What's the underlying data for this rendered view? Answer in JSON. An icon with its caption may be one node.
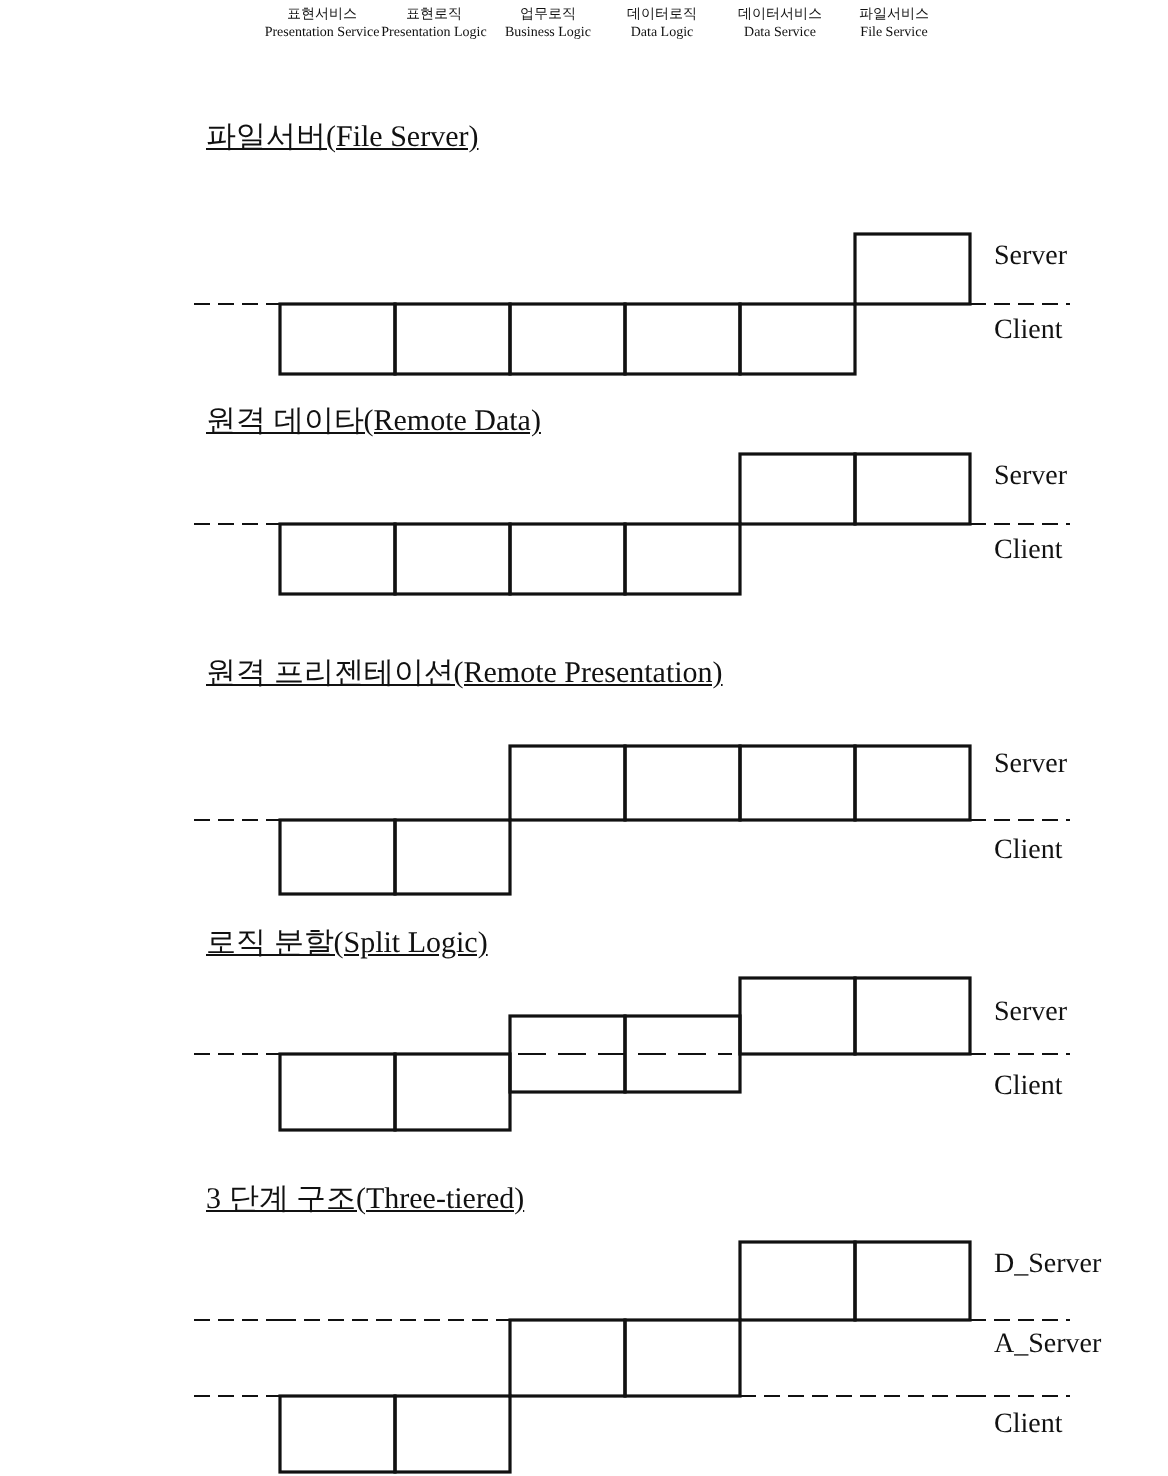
{
  "diagram": {
    "labels": [
      "표현서비스",
      "Presentation Service",
      "표현로직",
      "Presentation Logic",
      "업무로직",
      "Business Logic",
      "데이터로직",
      "Data Logic",
      "데이터서비스",
      "Data Service",
      "파일서비스",
      "File Service",
      "파일서버(File Server)",
      "Server",
      "Client",
      "원격 데이타(Remote Data)",
      "Server",
      "Client",
      "원격 프리젠테이션(Remote Presentation)",
      "Server",
      "Client",
      "로직 분할(Split Logic)",
      "Server",
      "Client",
      "3 단계 구조(Three-tiered)",
      "D_Server",
      "A_Server",
      "Client"
    ]
  }
}
